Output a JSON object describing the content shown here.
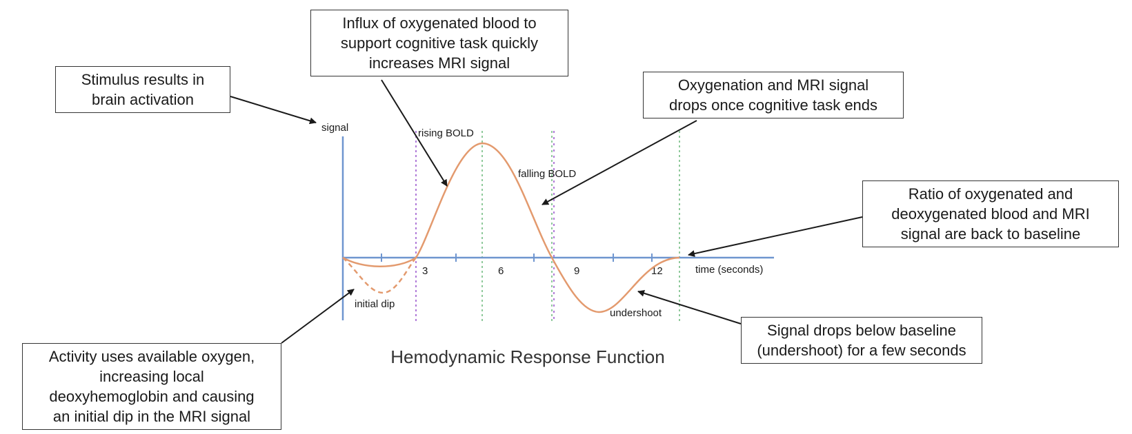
{
  "title": "Hemodynamic Response Function",
  "axes": {
    "y_label": "signal",
    "x_label": "time (seconds)",
    "x_ticks": [
      "3",
      "6",
      "9",
      "12"
    ]
  },
  "curve_labels": {
    "rising": "rising BOLD",
    "falling": "falling BOLD",
    "initial_dip": "initial dip",
    "undershoot": "undershoot"
  },
  "callouts": {
    "stimulus": [
      "Stimulus results in",
      "brain activation"
    ],
    "influx": [
      "Influx of oxygenated blood to",
      "support cognitive task quickly",
      "increases MRI signal"
    ],
    "oxygenation": [
      "Oxygenation and MRI signal",
      "drops once cognitive task ends"
    ],
    "ratio": [
      "Ratio of oxygenated and",
      "deoxygenated blood and MRI",
      "signal are back to baseline"
    ],
    "activity": [
      "Activity uses available oxygen,",
      "increasing local",
      "deoxyhemoglobin and causing",
      "an initial dip in the MRI signal"
    ],
    "undershoot": [
      "Signal drops below baseline",
      "(undershoot) for a few seconds"
    ]
  },
  "colors": {
    "curve": "#e39a6e",
    "axis": "#6e95cf",
    "phase_lines": [
      "#b07ad8",
      "#8ec99a"
    ]
  }
}
